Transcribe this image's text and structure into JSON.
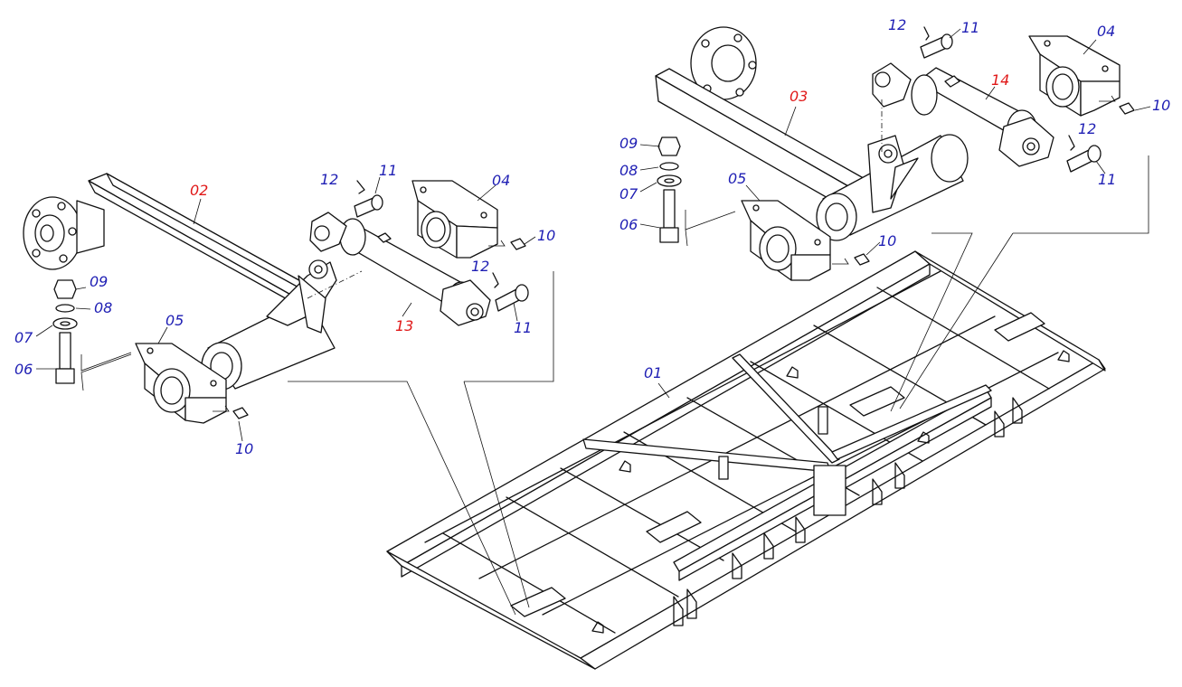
{
  "labels": {
    "p01": "01",
    "p02": "02",
    "p03": "03",
    "p04a": "04",
    "p04b": "04",
    "p05a": "05",
    "p05b": "05",
    "p06a": "06",
    "p06b": "06",
    "p07a": "07",
    "p07b": "07",
    "p08a": "08",
    "p08b": "08",
    "p09a": "09",
    "p09b": "09",
    "p10a": "10",
    "p10b": "10",
    "p10c": "10",
    "p10d": "10",
    "p11a": "11",
    "p11b": "11",
    "p11c": "11",
    "p11d": "11",
    "p12a": "12",
    "p12b": "12",
    "p12c": "12",
    "p12d": "12",
    "p13": "13",
    "p14": "14"
  },
  "colors": {
    "label_blue": "#1f1fb4",
    "label_red": "#e01818",
    "line": "#111111"
  }
}
